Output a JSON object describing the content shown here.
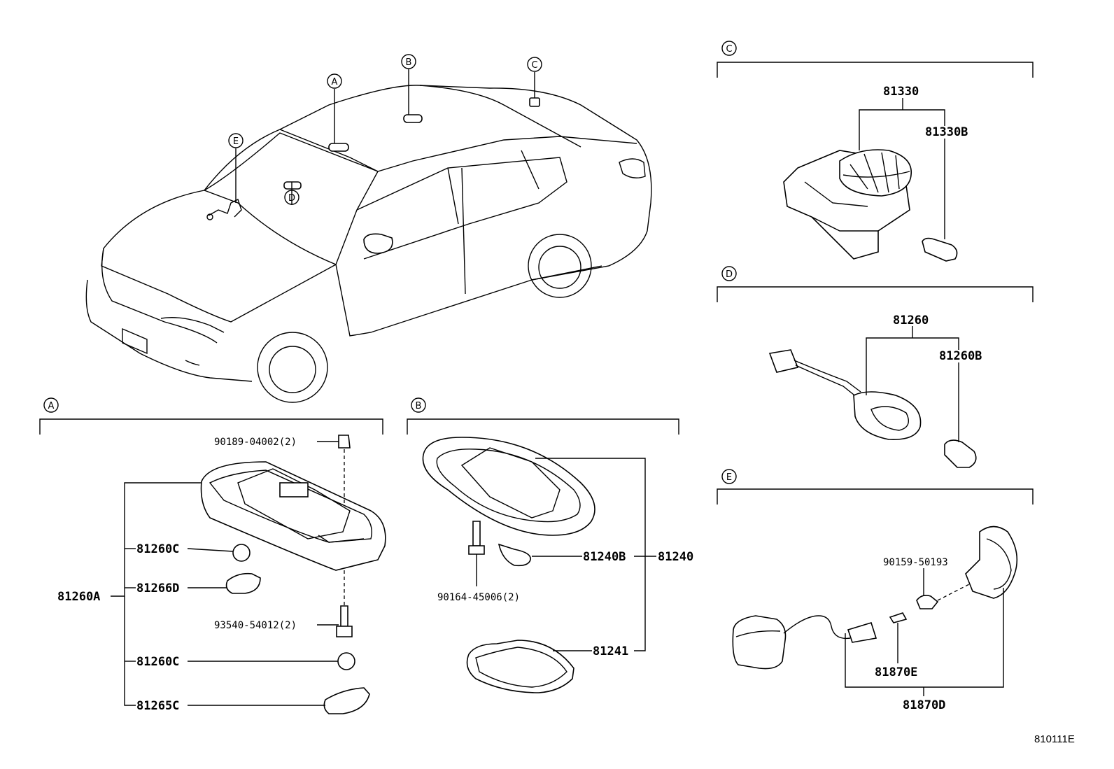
{
  "diagram_id": "810111E",
  "callouts": [
    "A",
    "B",
    "C",
    "D",
    "E"
  ],
  "section_A": {
    "letter": "A",
    "labels": {
      "clip": "90189-04002(2)",
      "screw": "93540-54012(2)",
      "assy": "81260A",
      "bulb1": "81260C",
      "lens1": "81266D",
      "bulb2": "81260C",
      "lens2": "81265C"
    }
  },
  "section_B": {
    "letter": "B",
    "labels": {
      "screw": "90164-45006(2)",
      "bulb": "81240B",
      "assy": "81240",
      "lens": "81241"
    }
  },
  "section_C": {
    "letter": "C",
    "labels": {
      "assy": "81330",
      "bulb": "81330B"
    }
  },
  "section_D": {
    "letter": "D",
    "labels": {
      "assy": "81260",
      "bulb": "81260B"
    }
  },
  "section_E": {
    "letter": "E",
    "labels": {
      "bulb": "90159-50193",
      "cap": "81870E",
      "assy": "81870D"
    }
  }
}
